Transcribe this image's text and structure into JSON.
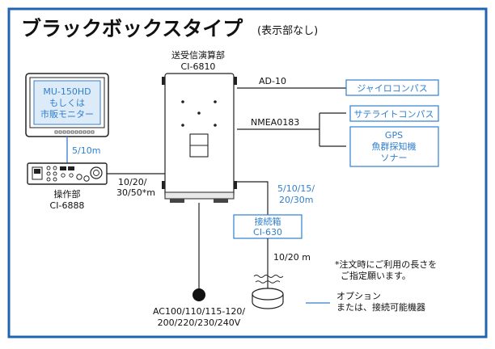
{
  "title": {
    "main": "ブラックボックスタイプ",
    "sub": "(表示部なし)"
  },
  "processor": {
    "label": "送受信演算部",
    "model": "CI-6810"
  },
  "monitor": {
    "lines": [
      "MU-150HD",
      "もしくは",
      "市販モニター"
    ]
  },
  "control_unit": {
    "label": "操作部",
    "model": "CI-6888"
  },
  "junction_box": {
    "label": "接続箱",
    "model": "CI-630"
  },
  "devices": {
    "gyro": "ジャイロコンパス",
    "satellite": "サテライトコンパス",
    "gps_lines": [
      "GPS",
      "魚群探知機",
      "ソナー"
    ]
  },
  "cables": {
    "ad10": "AD-10",
    "nmea": "NMEA0183",
    "monitor_len": "5/10m",
    "control_len_lines": [
      "10/20/",
      "30/50*m"
    ],
    "junction_len_lines": [
      "5/10/15/",
      "20/30m"
    ],
    "transducer_len": "10/20 m"
  },
  "power": {
    "lines": [
      "AC100/110/115-120/",
      "200/220/230/240V"
    ]
  },
  "notes": {
    "order_lines": [
      "*注文時にご利用の長さを",
      "ご指定願います。"
    ],
    "legend_lines": [
      "オプション",
      "または、接続可能機器"
    ]
  },
  "colors": {
    "border": "#1f63b5",
    "option_blue": "#2f7fd0",
    "monitor_fill": "#dcebf7",
    "line": "#222222"
  }
}
